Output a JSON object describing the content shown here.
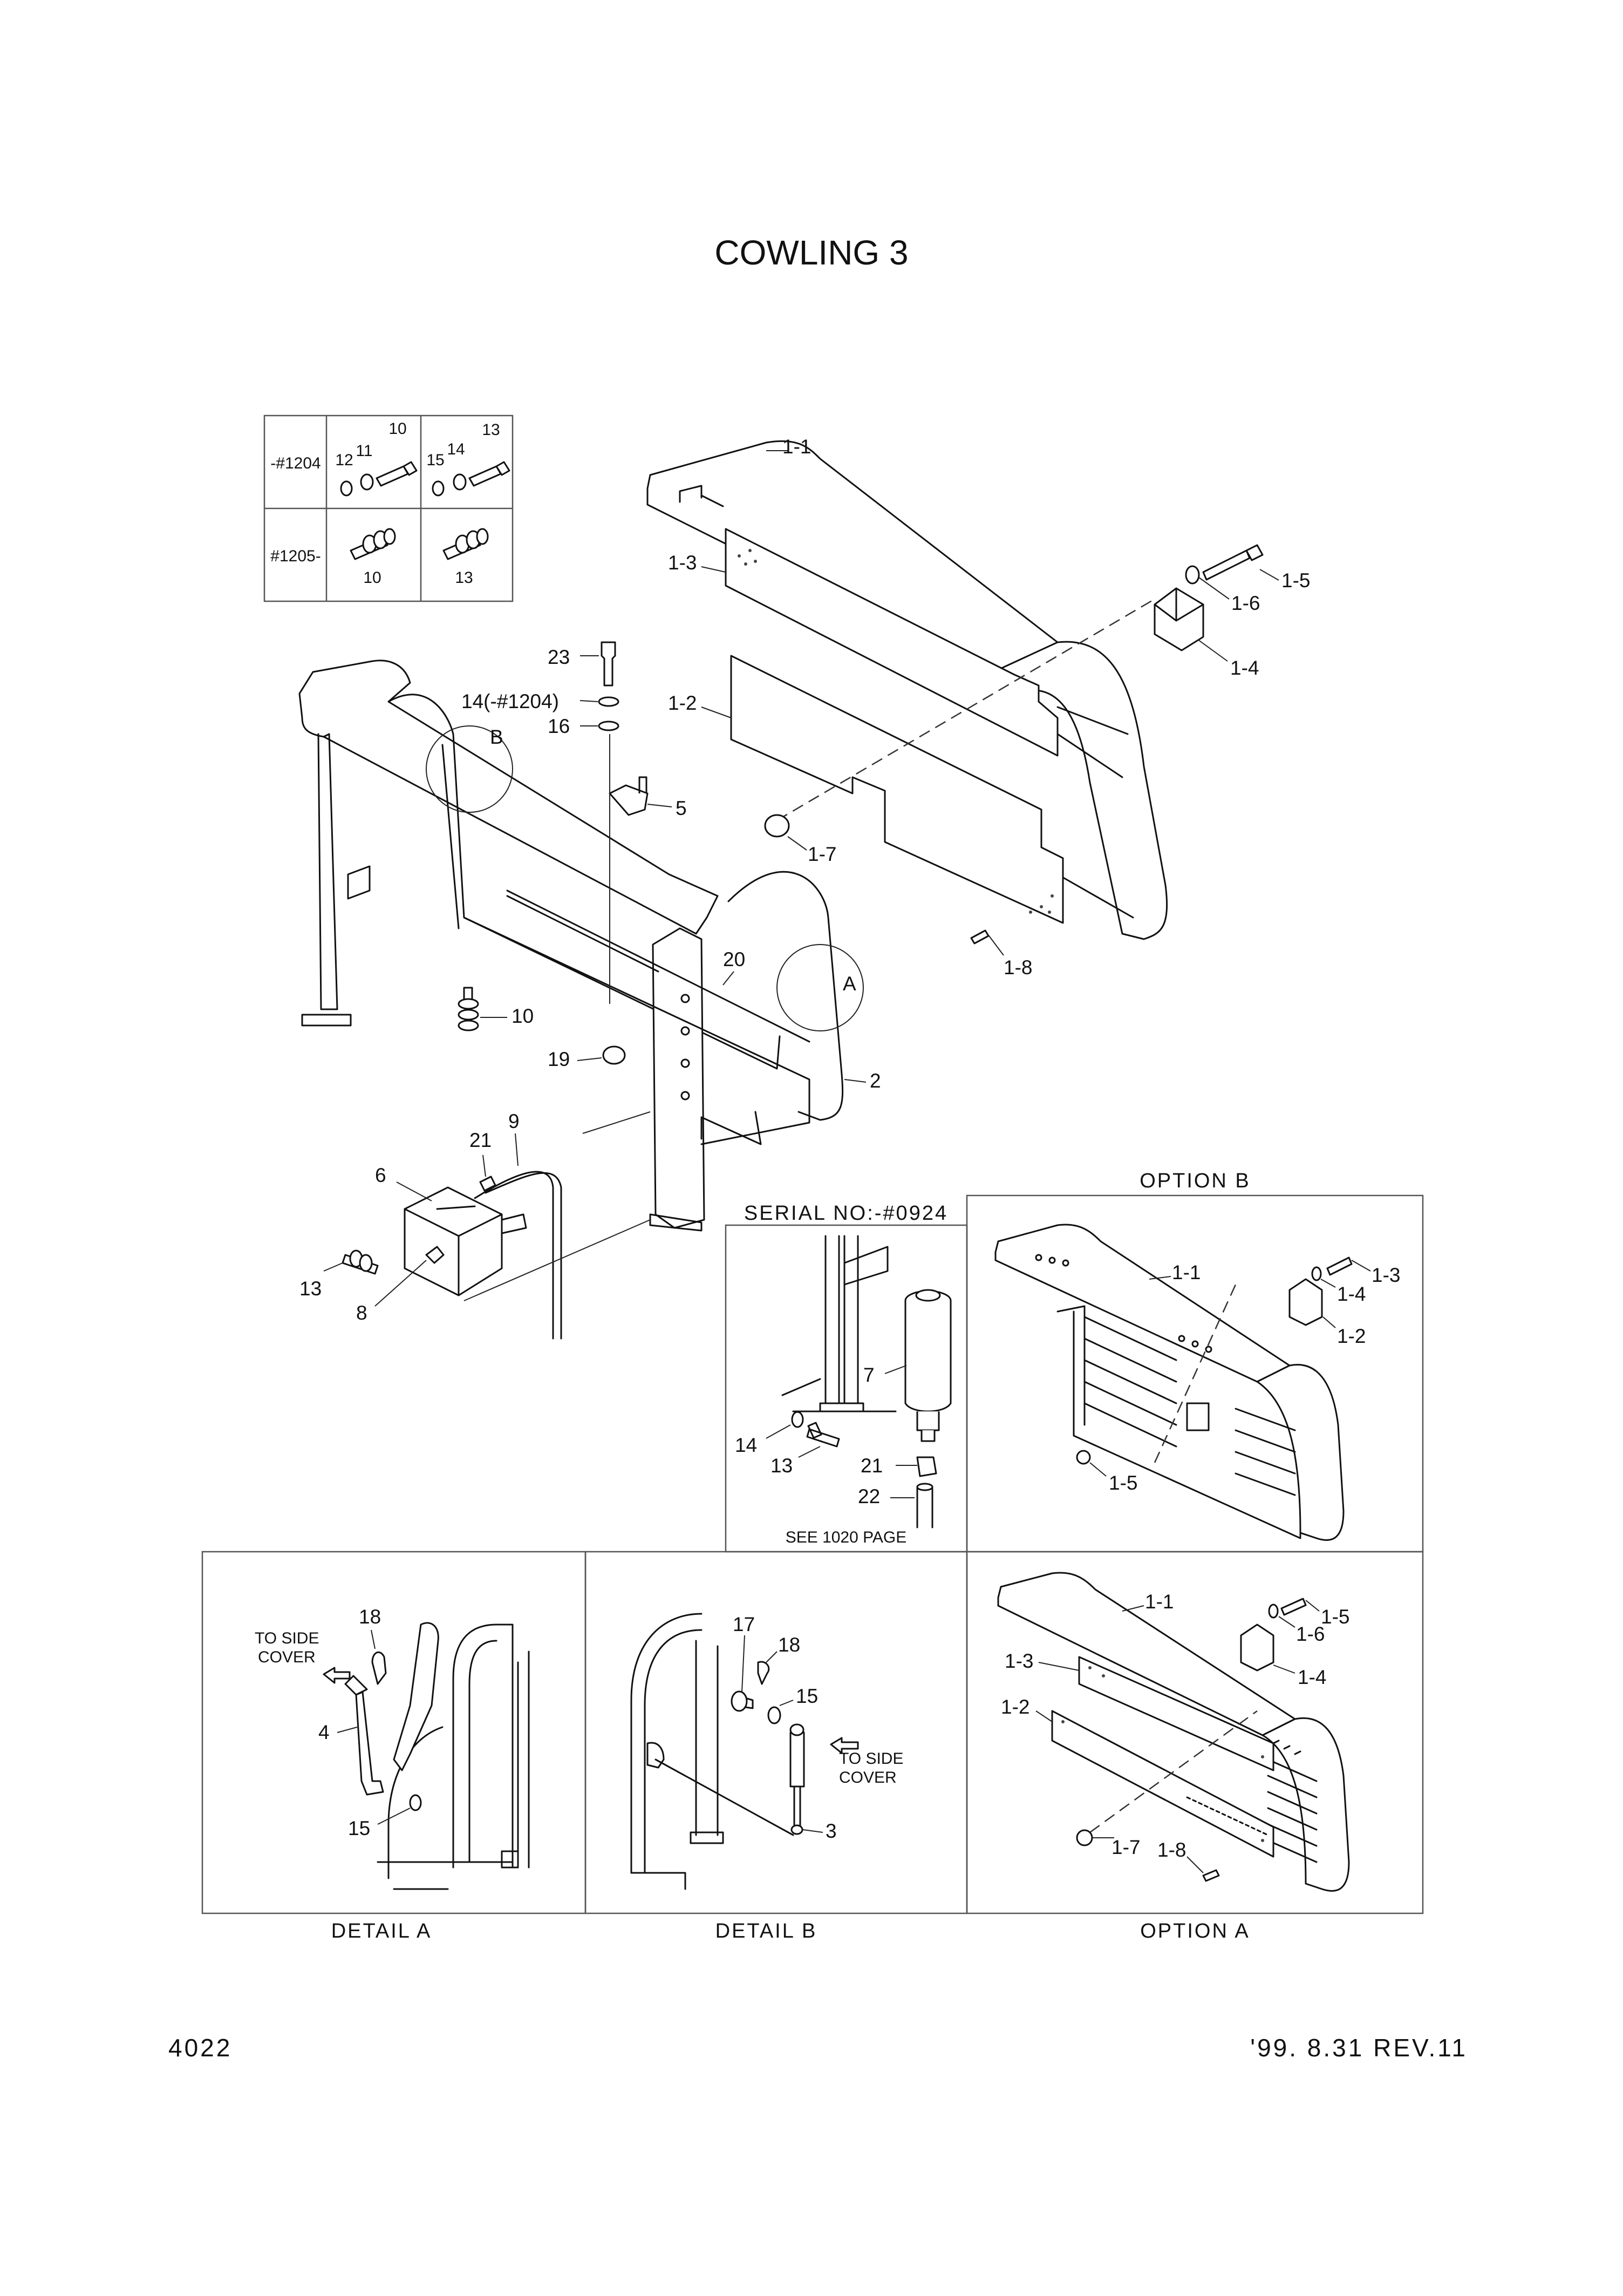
{
  "title": "COWLING 3",
  "page_number": "4022",
  "revision": "'99. 8.31  REV.11",
  "serial_inset": {
    "rows": [
      {
        "serial": "-#1204",
        "group_a": [
          "12",
          "11",
          "10"
        ],
        "group_b": [
          "15",
          "14",
          "13"
        ]
      },
      {
        "serial": "#1205-",
        "group_a": [
          "10"
        ],
        "group_b": [
          "13"
        ]
      }
    ]
  },
  "main_callouts": {
    "c1_1": "1-1",
    "c1_3": "1-3",
    "c1_2": "1-2",
    "c1_5": "1-5",
    "c1_6": "1-6",
    "c1_4": "1-4",
    "c1_7": "1-7",
    "c1_8": "1-8",
    "c23": "23",
    "c14": "14(-#1204)",
    "c16": "16",
    "c5": "5",
    "cB": "B",
    "cA": "A",
    "c20": "20",
    "c10": "10",
    "c19": "19",
    "c2": "2",
    "c21": "21",
    "c9": "9",
    "c6": "6",
    "c13": "13",
    "c8": "8"
  },
  "serial_panel": {
    "title": "SERIAL NO:-#0924",
    "callouts": {
      "c7": "7",
      "c14": "14",
      "c13": "13",
      "c21": "21",
      "c22": "22"
    },
    "note": "SEE 1020 PAGE"
  },
  "option_b": {
    "caption": "OPTION B",
    "callouts": {
      "c1_1": "1-1",
      "c1_3": "1-3",
      "c1_4": "1-4",
      "c1_2": "1-2",
      "c1_5": "1-5"
    }
  },
  "detail_a": {
    "caption": "DETAIL A",
    "note_line1": "TO SIDE",
    "note_line2": "COVER",
    "callouts": {
      "c18": "18",
      "c4": "4",
      "c15": "15"
    }
  },
  "detail_b": {
    "caption": "DETAIL B",
    "note_line1": "TO SIDE",
    "note_line2": "COVER",
    "callouts": {
      "c17": "17",
      "c18": "18",
      "c15": "15",
      "c3": "3"
    }
  },
  "option_a": {
    "caption": "OPTION A",
    "callouts": {
      "c1_1": "1-1",
      "c1_5": "1-5",
      "c1_6": "1-6",
      "c1_3": "1-3",
      "c1_4": "1-4",
      "c1_2": "1-2",
      "c1_7": "1-7",
      "c1_8": "1-8"
    }
  }
}
